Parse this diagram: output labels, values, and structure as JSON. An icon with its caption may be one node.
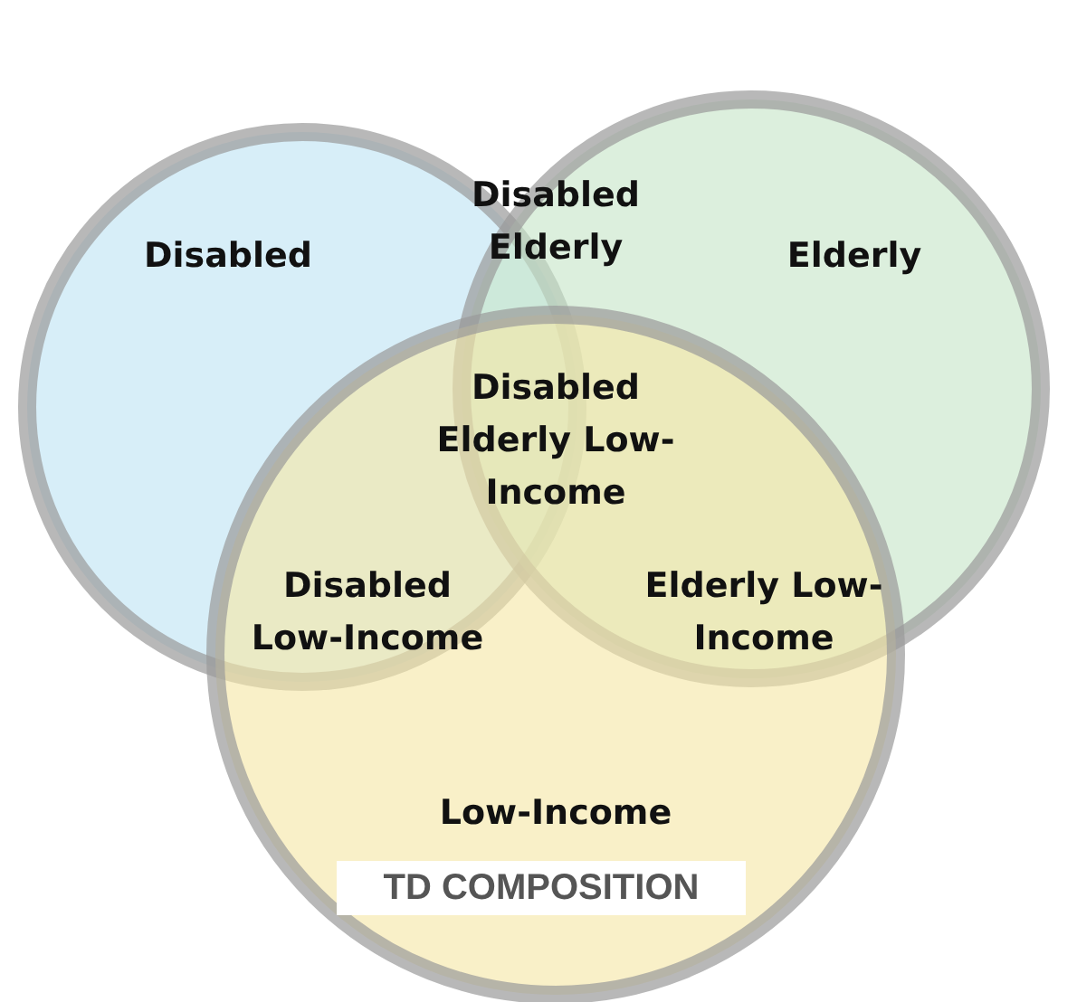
{
  "diagram": {
    "caption": "TD COMPOSITION",
    "nodes": [
      {
        "text": [
          "Disabled"
        ]
      },
      {
        "text": [
          "Elderly"
        ]
      },
      {
        "text": [
          "Low-Income"
        ]
      }
    ],
    "labels": [
      "Disabled Elderly",
      "Disabled Elderly Low-Income",
      "Disabled Low-Income",
      "Elderly Low-Income"
    ]
  }
}
